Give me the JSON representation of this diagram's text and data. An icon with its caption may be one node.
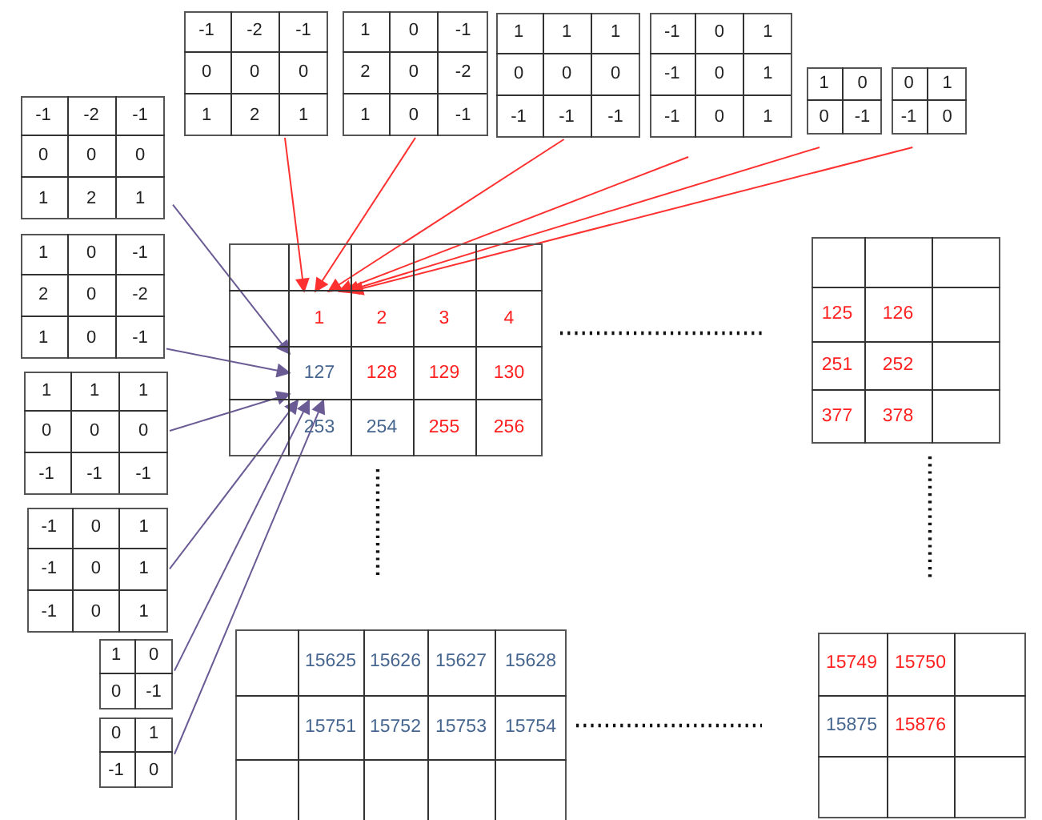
{
  "diagram": {
    "nodes": [
      {
        "text": [
          "-1",
          "-2",
          "-1",
          "0",
          "0",
          "0",
          "1",
          "2",
          "1"
        ]
      },
      {
        "text": [
          "1",
          "0",
          "-1",
          "2",
          "0",
          "-2",
          "1",
          "0",
          "-1"
        ]
      },
      {
        "text": [
          "1",
          "1",
          "1",
          "0",
          "0",
          "0",
          "-1",
          "-1",
          "-1"
        ]
      },
      {
        "text": [
          "-1",
          "0",
          "1",
          "-1",
          "0",
          "1",
          "-1",
          "0",
          "1"
        ]
      },
      {
        "text": [
          "1",
          "0",
          "0",
          "-1"
        ]
      },
      {
        "text": [
          "0",
          "1",
          "-1",
          "0"
        ]
      },
      {
        "text": [
          "-1",
          "-2",
          "-1",
          "0",
          "0",
          "0",
          "1",
          "2",
          "1"
        ]
      },
      {
        "text": [
          "1",
          "0",
          "-1",
          "2",
          "0",
          "-2",
          "1",
          "0",
          "-1"
        ]
      },
      {
        "text": [
          "1",
          "1",
          "1",
          "0",
          "0",
          "0",
          "-1",
          "-1",
          "-1"
        ]
      },
      {
        "text": [
          "-1",
          "0",
          "1",
          "-1",
          "0",
          "1",
          "-1",
          "0",
          "1"
        ]
      },
      {
        "text": [
          "1",
          "0",
          "0",
          "-1"
        ]
      },
      {
        "text": [
          "0",
          "1",
          "-1",
          "0"
        ]
      },
      {
        "text": [
          "2",
          "3",
          "4",
          "128",
          "129",
          "130",
          "253",
          "254",
          "255",
          "256"
        ]
      },
      {
        "text": [
          "1"
        ],
        "in": 12
      },
      {
        "text": [
          "127"
        ],
        "in": 12
      },
      {
        "text": [
          "125",
          "126",
          "251",
          "252",
          "377",
          "378"
        ]
      },
      {
        "text": [
          "15625",
          "15626",
          "15627",
          "15628",
          "15751",
          "15752",
          "15753",
          "15754"
        ]
      },
      {
        "text": [
          "15749",
          "15750",
          "15875",
          "15876"
        ]
      }
    ],
    "edges": [
      {
        "from": 0,
        "to": 13,
        "arrow": "to",
        "color": "#ff3030"
      },
      {
        "from": 1,
        "to": 13,
        "arrow": "to",
        "color": "#ff3030"
      },
      {
        "from": 2,
        "to": 13,
        "arrow": "to",
        "color": "#ff3030"
      },
      {
        "from": 3,
        "to": 13,
        "arrow": "to",
        "color": "#ff3030"
      },
      {
        "from": 4,
        "to": 13,
        "arrow": "to",
        "color": "#ff3030"
      },
      {
        "from": 5,
        "to": 13,
        "arrow": "to",
        "color": "#ff3030"
      },
      {
        "from": 6,
        "to": 14,
        "arrow": "to",
        "color": "#6b5b95"
      },
      {
        "from": 7,
        "to": 14,
        "arrow": "to",
        "color": "#6b5b95"
      },
      {
        "from": 8,
        "to": 14,
        "arrow": "to",
        "color": "#6b5b95"
      },
      {
        "from": 9,
        "to": 14,
        "arrow": "to",
        "color": "#6b5b95"
      },
      {
        "from": 10,
        "to": 14,
        "arrow": "to",
        "color": "#6b5b95"
      },
      {
        "from": 11,
        "to": 14,
        "arrow": "to",
        "color": "#6b5b95"
      }
    ]
  }
}
